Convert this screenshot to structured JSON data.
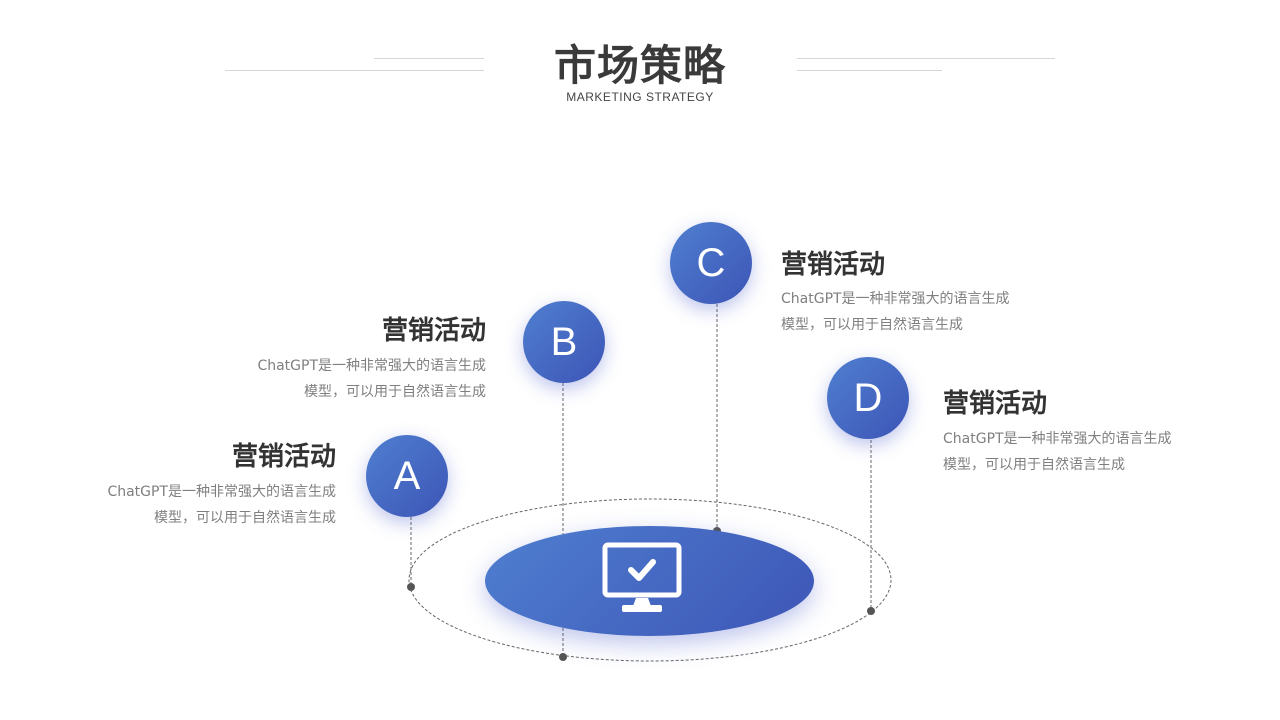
{
  "header": {
    "title": "市场策略",
    "subtitle": "MARKETING  STRATEGY"
  },
  "center": {
    "icon": "monitor-check-icon"
  },
  "nodes": [
    {
      "letter": "A",
      "heading": "营销活动",
      "desc_line1": "ChatGPT是一种非常强大的语言生成",
      "desc_line2": "模型，可以用于自然语言生成"
    },
    {
      "letter": "B",
      "heading": "营销活动",
      "desc_line1": "ChatGPT是一种非常强大的语言生成",
      "desc_line2": "模型，可以用于自然语言生成"
    },
    {
      "letter": "C",
      "heading": "营销活动",
      "desc_line1": "ChatGPT是一种非常强大的语言生成",
      "desc_line2": "模型，可以用于自然语言生成"
    },
    {
      "letter": "D",
      "heading": "营销活动",
      "desc_line1": "ChatGPT是一种非常强大的语言生成",
      "desc_line2": "模型，可以用于自然语言生成"
    }
  ],
  "colors": {
    "accent_light": "#4f7fd0",
    "accent_dark": "#3d55b6",
    "heading": "#333333",
    "body_text": "#7f7f7f"
  }
}
